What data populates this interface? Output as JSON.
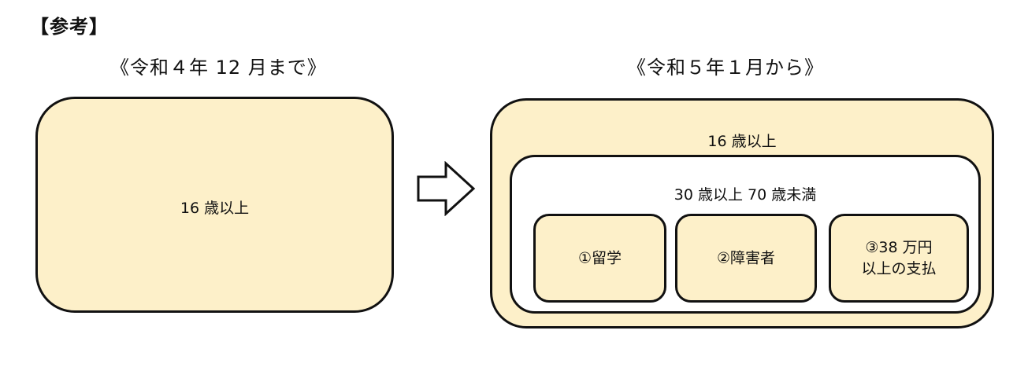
{
  "ref_title": "【参考】",
  "before": {
    "heading": "《令和４年 12 月まで》",
    "label": "16 歳以上"
  },
  "after": {
    "heading": "《令和５年１月から》",
    "outer_label": "16 歳以上",
    "inner_label": "30 歳以上 70 歳未満",
    "items": [
      {
        "label": "①留学"
      },
      {
        "label": "②障害者"
      },
      {
        "label": "③38 万円以上の支払"
      }
    ]
  },
  "colors": {
    "fill": "#fdf0c9",
    "inner_fill": "#ffffff",
    "stroke": "#111111"
  },
  "icons": {
    "transition": "right-arrow-icon"
  }
}
